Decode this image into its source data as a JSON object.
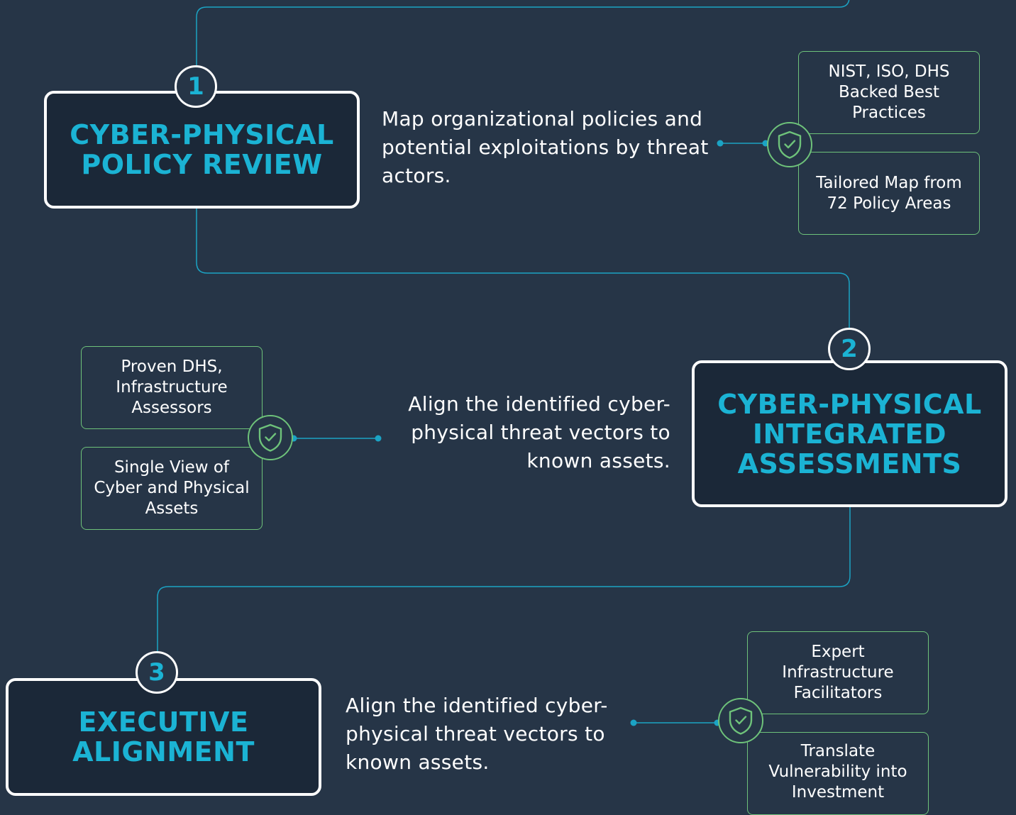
{
  "steps": [
    {
      "number": "1",
      "title_line1": "CYBER-PHYSICAL",
      "title_line2": "POLICY REVIEW",
      "description": "Map organizational policies and potential exploitations by threat actors.",
      "features": [
        "NIST, ISO, DHS Backed Best Practices",
        "Tailored Map from 72 Policy Areas"
      ]
    },
    {
      "number": "2",
      "title_line1": "CYBER-PHYSICAL",
      "title_line2": "INTEGRATED",
      "title_line3": "ASSESSMENTS",
      "description": "Align the identified cyber-physical threat vectors to known assets.",
      "features": [
        "Proven DHS, Infrastructure Assessors",
        "Single View of Cyber and Physical Assets"
      ]
    },
    {
      "number": "3",
      "title_line1": "EXECUTIVE",
      "title_line2": "ALIGNMENT",
      "description": "Align the identified cyber-physical threat vectors to known assets.",
      "features": [
        "Expert Infrastructure Facilitators",
        "Translate Vulnerability into Investment"
      ]
    }
  ],
  "icons": {
    "feature_badge": "shield-check-icon"
  },
  "colors": {
    "background": "#263547",
    "box_fill": "#1b2838",
    "title_accent": "#1bb3d4",
    "connector": "#1ba3c4",
    "feature_border": "#6ec27a"
  }
}
